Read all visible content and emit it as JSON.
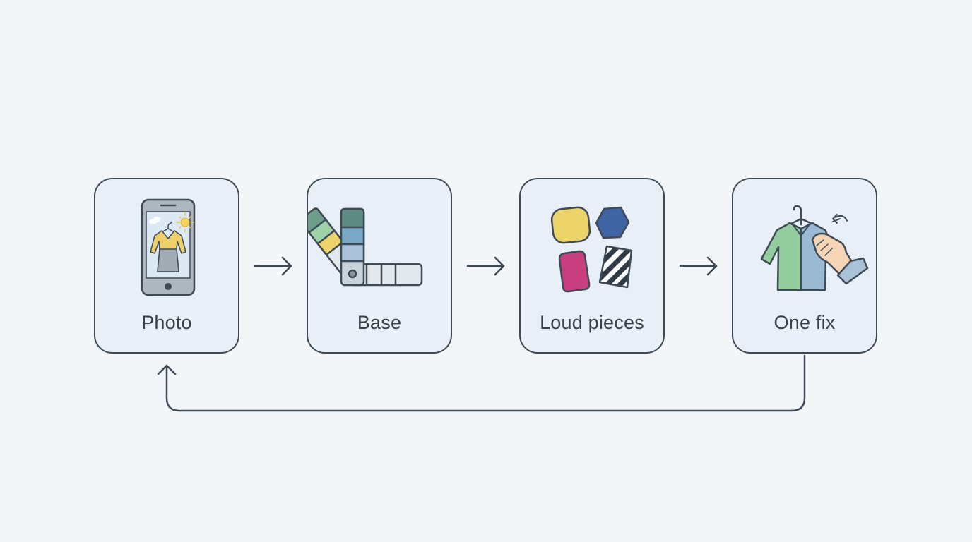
{
  "steps": [
    {
      "label": "Photo",
      "icon": "phone-photo-icon"
    },
    {
      "label": "Base",
      "icon": "color-swatch-fan-icon"
    },
    {
      "label": "Loud pieces",
      "icon": "colorful-shapes-icon"
    },
    {
      "label": "One fix",
      "icon": "shirt-adjust-hand-icon"
    }
  ],
  "colors": {
    "background": "#f2f6f9",
    "card_fill": "#e8eff7",
    "outline": "#3e4b57",
    "yellow": "#ecd46a",
    "navy": "#3f64a3",
    "magenta": "#c8407f",
    "green": "#94cd9f",
    "blue": "#9ab9d3",
    "teal": "#5f8b85"
  }
}
